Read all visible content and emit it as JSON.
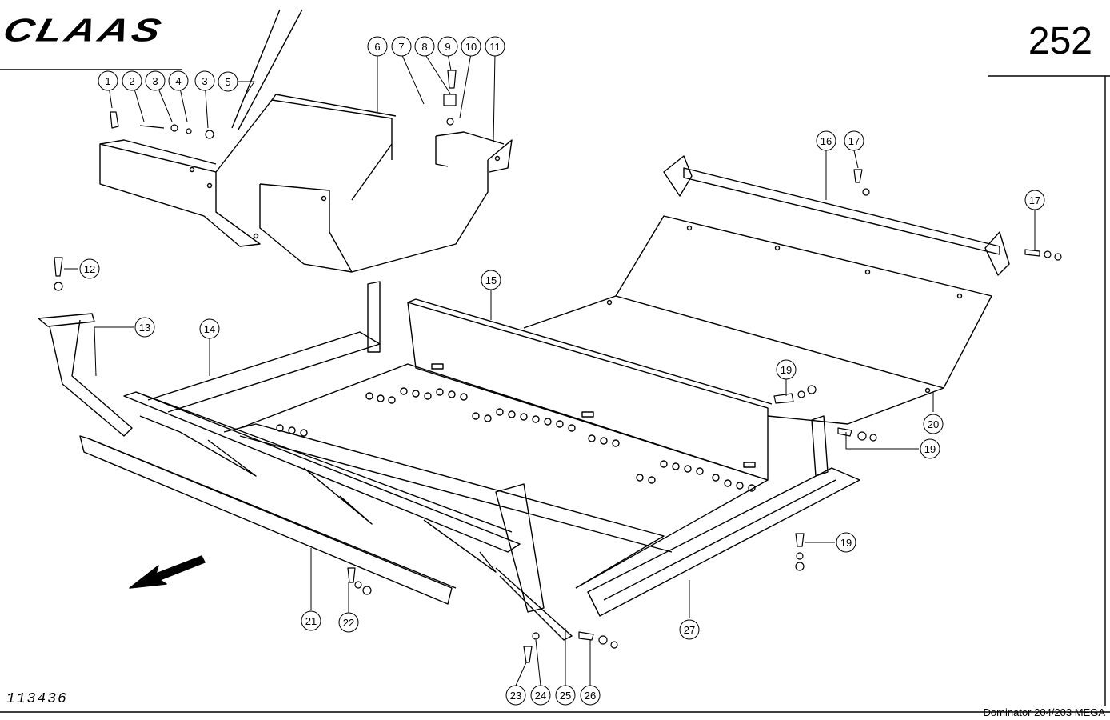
{
  "header": {
    "brand": "CLAAS",
    "page_number": "252"
  },
  "footer": {
    "drawing_number": "113436",
    "model": "Dominator 204/203 MEGA"
  },
  "callouts": [
    {
      "id": "c1",
      "label": "1"
    },
    {
      "id": "c2",
      "label": "2"
    },
    {
      "id": "c3a",
      "label": "3"
    },
    {
      "id": "c4",
      "label": "4"
    },
    {
      "id": "c3b",
      "label": "3"
    },
    {
      "id": "c5",
      "label": "5"
    },
    {
      "id": "c6",
      "label": "6"
    },
    {
      "id": "c7",
      "label": "7"
    },
    {
      "id": "c8",
      "label": "8"
    },
    {
      "id": "c9",
      "label": "9"
    },
    {
      "id": "c10",
      "label": "10"
    },
    {
      "id": "c11",
      "label": "11"
    },
    {
      "id": "c12",
      "label": "12"
    },
    {
      "id": "c13",
      "label": "13"
    },
    {
      "id": "c14",
      "label": "14"
    },
    {
      "id": "c15",
      "label": "15"
    },
    {
      "id": "c16",
      "label": "16"
    },
    {
      "id": "c17a",
      "label": "17"
    },
    {
      "id": "c17b",
      "label": "17"
    },
    {
      "id": "c19a",
      "label": "19"
    },
    {
      "id": "c19b",
      "label": "19"
    },
    {
      "id": "c19c",
      "label": "19"
    },
    {
      "id": "c20",
      "label": "20"
    },
    {
      "id": "c21",
      "label": "21"
    },
    {
      "id": "c22",
      "label": "22"
    },
    {
      "id": "c23",
      "label": "23"
    },
    {
      "id": "c24",
      "label": "24"
    },
    {
      "id": "c25",
      "label": "25"
    },
    {
      "id": "c26",
      "label": "26"
    },
    {
      "id": "c27",
      "label": "27"
    }
  ],
  "icons": {
    "direction": "arrow-icon"
  }
}
